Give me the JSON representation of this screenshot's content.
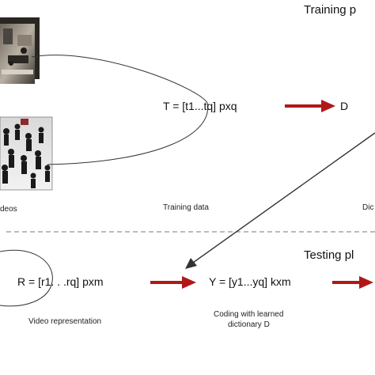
{
  "training": {
    "phase_title": "Training p",
    "videos_caption": "deos",
    "matrix_label": "T = [t1...tq] pxq",
    "data_caption": "Training data",
    "dict_label": "D",
    "dict_caption": "Dic"
  },
  "testing": {
    "phase_title": "Testing pl",
    "matrix_label": "R = [r1. . .rq] pxm",
    "matrix_caption": "Video representation",
    "coding_label": "Y = [y1...yq] kxm",
    "coding_caption_line1": "Coding with learned",
    "coding_caption_line2": "dictionary D"
  },
  "colors": {
    "arrow_red": "#b01818",
    "arrow_dark": "#333333",
    "separator": "#777777"
  },
  "icons": {
    "video_frame_1": "crowd-scene-indoor",
    "video_frame_2": "crowd-scene-outdoor"
  }
}
